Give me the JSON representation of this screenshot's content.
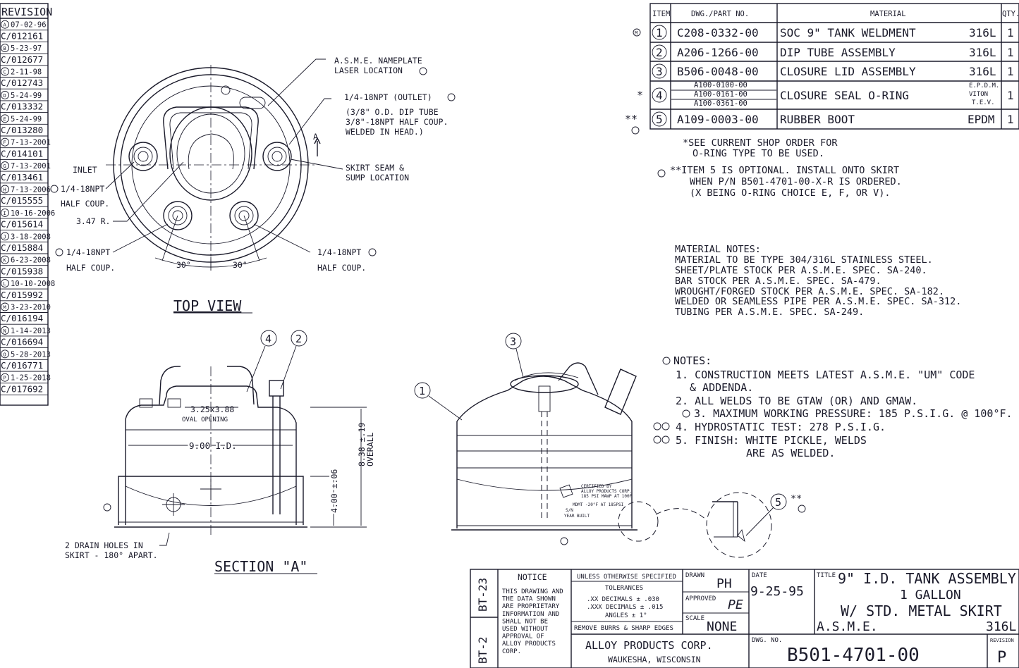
{
  "revision": {
    "header": "REVISION",
    "entries": [
      {
        "mark": "A",
        "date": "07-02-96"
      },
      {
        "co": "C/012161"
      },
      {
        "mark": "B",
        "date": "5-23-97"
      },
      {
        "co": "C/012677"
      },
      {
        "mark": "C",
        "date": "2-11-98"
      },
      {
        "co": "C/012743"
      },
      {
        "mark": "D",
        "date": "5-24-99"
      },
      {
        "co": "C/013332"
      },
      {
        "mark": "E",
        "date": "5-24-99"
      },
      {
        "co": "C/013280"
      },
      {
        "mark": "F",
        "date": "7-13-2001"
      },
      {
        "co": "C/014101"
      },
      {
        "mark": "G",
        "date": "7-13-2001"
      },
      {
        "co": "C/013461"
      },
      {
        "mark": "H",
        "date": "7-13-2006"
      },
      {
        "co": "C/015555"
      },
      {
        "mark": "I",
        "date": "10-16-2006"
      },
      {
        "co": "C/015614"
      },
      {
        "mark": "J",
        "date": "3-18-2008"
      },
      {
        "co": "C/015884"
      },
      {
        "mark": "K",
        "date": "6-23-2008"
      },
      {
        "co": "C/015938"
      },
      {
        "mark": "L",
        "date": "10-10-2008"
      },
      {
        "co": "C/015992"
      },
      {
        "mark": "M",
        "date": "3-23-2010"
      },
      {
        "co": "C/016194"
      },
      {
        "mark": "N",
        "date": "1-14-2013"
      },
      {
        "co": "C/016694"
      },
      {
        "mark": "O",
        "date": "5-28-2013"
      },
      {
        "co": "C/016771"
      },
      {
        "mark": "P",
        "date": "1-25-2018"
      },
      {
        "co": "C/017692"
      }
    ]
  },
  "bom": {
    "headers": {
      "item": "ITEM",
      "part": "DWG./PART NO.",
      "material": "MATERIAL",
      "qty": "QTY."
    },
    "rows": [
      {
        "flag": "M",
        "item": "1",
        "part": "C208-0332-00",
        "desc": "SOC 9\" TANK WELDMENT",
        "mat": "316L",
        "qty": "1"
      },
      {
        "flag": "",
        "item": "2",
        "part": "A206-1266-00",
        "desc": "DIP TUBE ASSEMBLY",
        "mat": "316L",
        "qty": "1"
      },
      {
        "flag": "",
        "item": "3",
        "part": "B506-0048-00",
        "desc": "CLOSURE LID ASSEMBLY",
        "mat": "316L",
        "qty": "1"
      },
      {
        "flag": "*",
        "item": "4",
        "parts": [
          "A100-0100-00",
          "A100-0161-00",
          "A100-0361-00"
        ],
        "desc": "CLOSURE SEAL O-RING",
        "mats": [
          "E.P.D.M.",
          "VITON",
          "T.E.V."
        ],
        "qty": "1"
      },
      {
        "flag": "**",
        "item": "5",
        "part": "A109-0003-00",
        "desc": "RUBBER BOOT",
        "mat": "EPDM",
        "qty": "1"
      }
    ]
  },
  "notes_top": [
    "*SEE CURRENT SHOP ORDER FOR",
    "O-RING TYPE TO BE USED.",
    "**ITEM 5 IS OPTIONAL. INSTALL ONTO SKIRT",
    "WHEN P/N B501-4701-00-X-R IS ORDERED.",
    "(X BEING O-RING CHOICE E, F, OR V)."
  ],
  "material_notes": [
    "MATERIAL NOTES:",
    "MATERIAL TO BE TYPE 304/316L STAINLESS STEEL.",
    "SHEET/PLATE STOCK PER A.S.M.E. SPEC. SA-240.",
    "BAR STOCK PER A.S.M.E. SPEC. SA-479.",
    "WROUGHT/FORGED STOCK PER A.S.M.E. SPEC. SA-182.",
    "WELDED OR SEAMLESS PIPE PER A.S.M.E. SPEC. SA-312.",
    "TUBING PER A.S.M.E. SPEC. SA-249."
  ],
  "notes": [
    "NOTES:",
    "1. CONSTRUCTION MEETS LATEST A.S.M.E. \"UM\" CODE",
    "& ADDENDA.",
    "2. ALL WELDS TO BE GTAW (OR) AND GMAW.",
    "3. MAXIMUM WORKING PRESSURE: 185 P.S.I.G. @ 100°F.",
    "4. HYDROSTATIC TEST: 278 P.S.I.G.",
    "5. FINISH: WHITE PICKLE, WELDS",
    "ARE AS WELDED."
  ],
  "top_view": {
    "title": "TOP VIEW",
    "nameplate": [
      "A.S.M.E. NAMEPLATE",
      "LASER LOCATION"
    ],
    "outlet": [
      "1/4-18NPT (OUTLET)",
      "(3/8\" O.D. DIP TUBE",
      "3/8\"-18NPT HALF COUP.",
      "WELDED IN HEAD.)"
    ],
    "skirt": [
      "SKIRT SEAM &",
      "SUMP LOCATION"
    ],
    "inlet": [
      "INLET",
      "1/4-18NPT",
      "HALF COUP."
    ],
    "radius": "3.47 R.",
    "left_coup": [
      "1/4-18NPT",
      "HALF COUP."
    ],
    "right_coup": [
      "1/4-18NPT",
      "HALF COUP."
    ],
    "angle": "30°",
    "section_mark": "A"
  },
  "section_a": {
    "title": "SECTION \"A\"",
    "oval": [
      "3.25x3.88",
      "OVAL OPENING"
    ],
    "id": "9.00 I.D.",
    "overall": [
      "8.38 ±.19",
      "OVERALL"
    ],
    "height": "4.00 ±.06",
    "drain": [
      "2 DRAIN HOLES IN",
      "SKIRT - 180° APART."
    ]
  },
  "side_view": {
    "stamp": [
      "CERTIFIED BY",
      "ALLOY PRODUCTS CORP.",
      "185 PSI MAWP AT 100F",
      "MDMT -20°F AT 185PSI",
      "S/N",
      "YEAR BUILT"
    ]
  },
  "title_block": {
    "sheet_codes": [
      "BT-23",
      "BT-2"
    ],
    "notice_title": "NOTICE",
    "notice_text": [
      "THIS DRAWING AND",
      "THE DATA SHOWN",
      "ARE PROPRIETARY",
      "INFORMATION AND",
      "SHALL NOT BE",
      "USED WITHOUT",
      "APPROVAL OF",
      "ALLOY PRODUCTS",
      "CORP."
    ],
    "unless": "UNLESS OTHERWISE SPECIFIED",
    "tolerances": "TOLERANCES",
    "tol_rows": [
      ".XX DECIMALS ± .030",
      ".XXX DECIMALS ± .015",
      "ANGLES ± 1°"
    ],
    "burrs": "REMOVE BURRS & SHARP EDGES",
    "company": "ALLOY PRODUCTS CORP.",
    "city": "WAUKESHA, WISCONSIN",
    "drawn_label": "DRAWN",
    "drawn": "PH",
    "approved_label": "APPROVED",
    "approved": "PE",
    "scale_label": "SCALE",
    "scale": "NONE",
    "date_label": "DATE",
    "date": "9-25-95",
    "title_label": "TITLE",
    "title": [
      "9\" I.D. TANK ASSEMBLY",
      "1 GALLON",
      "W/ STD. METAL SKIRT"
    ],
    "asme": "A.S.M.E.",
    "mat": "316L",
    "dwg_label": "DWG. NO.",
    "dwg_no": "B501-4701-00",
    "rev_label": "REVISION",
    "rev": "P"
  }
}
